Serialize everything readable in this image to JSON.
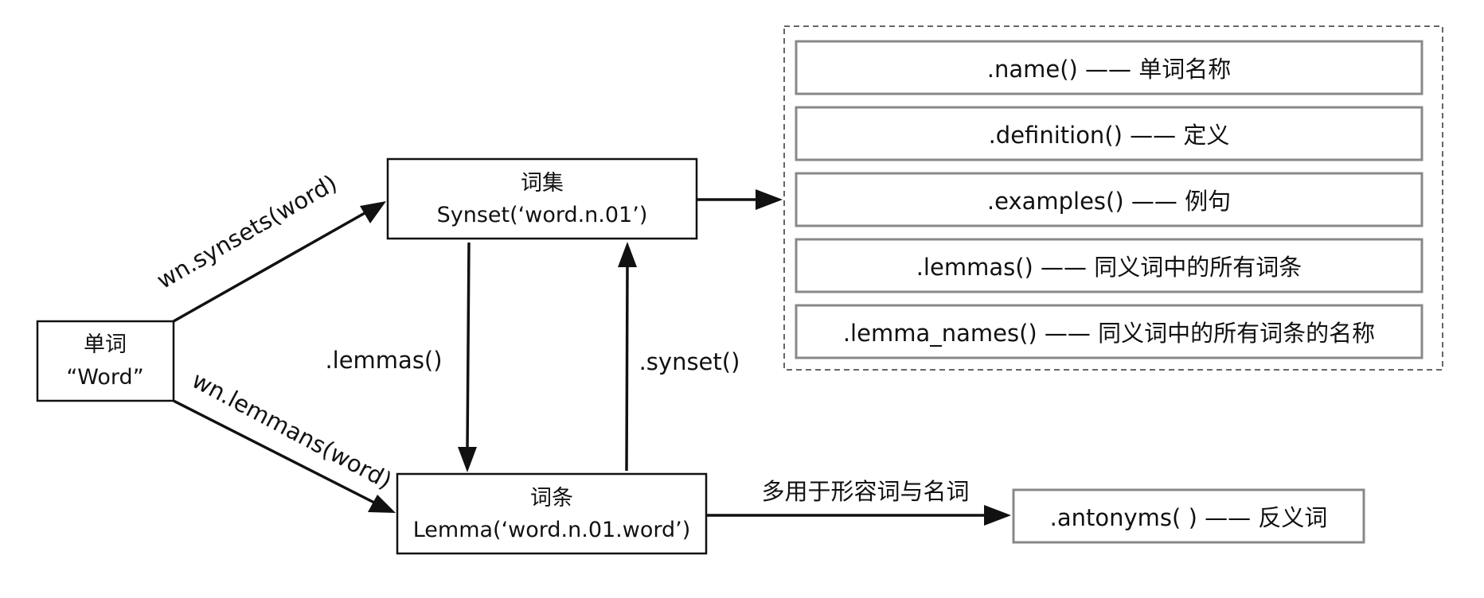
{
  "nodes": {
    "word": {
      "line1": "单词",
      "line2": "“Word”"
    },
    "synset": {
      "line1": "词集",
      "line2": "Synset(‘word.n.01’)"
    },
    "lemma": {
      "line1": "词条",
      "line2": "Lemma(‘word.n.01.word’)"
    },
    "antonyms": {
      "label": ".antonyms( ) —— 反义词"
    }
  },
  "edges": {
    "wn_synsets": "wn.synsets(word)",
    "wn_lemmans": "wn.lemmans(word)",
    "to_lemmas": ".lemmas()",
    "to_synset": ".synset()",
    "adjective_note": "多用于形容词与名词"
  },
  "synset_methods": [
    ".name() —— 单词名称",
    ".definition() —— 定义",
    ".examples() —— 例句",
    ".lemmas() —— 同义词中的所有词条",
    ".lemma_names() —— 同义词中的所有词条的名称"
  ]
}
